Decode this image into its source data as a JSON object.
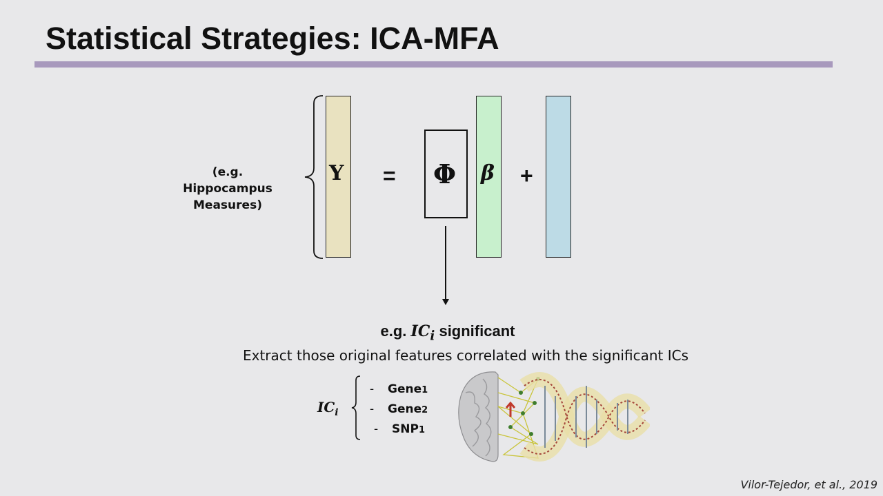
{
  "slide": {
    "title": "Statistical Strategies: ICA-MFA",
    "accent_color": "#a899bd"
  },
  "equation": {
    "response_label": "(e.g. Hippocampus Measures)",
    "response_label_line1": "(e.g. Hippocampus",
    "response_label_line2": "Measures)",
    "y_symbol": "Y",
    "equals": "=",
    "phi_symbol": "Φ",
    "beta_symbol": "β",
    "plus": "+",
    "colors": {
      "y_bar": "#e9e2c0",
      "beta_bar": "#c8f0cd",
      "error_bar": "#bddbe6"
    }
  },
  "result": {
    "eg_prefix": "e.g.",
    "ic_symbol": "IC",
    "ic_subscript": "i",
    "eg_suffix": "significant",
    "extract_text": "Extract those original features correlated with the significant ICs"
  },
  "ic_list": {
    "label": "IC",
    "label_subscript": "i",
    "items": [
      {
        "dash": "-",
        "text": "Gene",
        "index": "1"
      },
      {
        "dash": "-",
        "text": "Gene",
        "index": "2"
      },
      {
        "dash": "-",
        "text": "SNP",
        "index": "1"
      }
    ]
  },
  "illustration": {
    "icon": "brain-dna-illustration"
  },
  "citation": "Vilor-Tejedor, et al., 2019"
}
